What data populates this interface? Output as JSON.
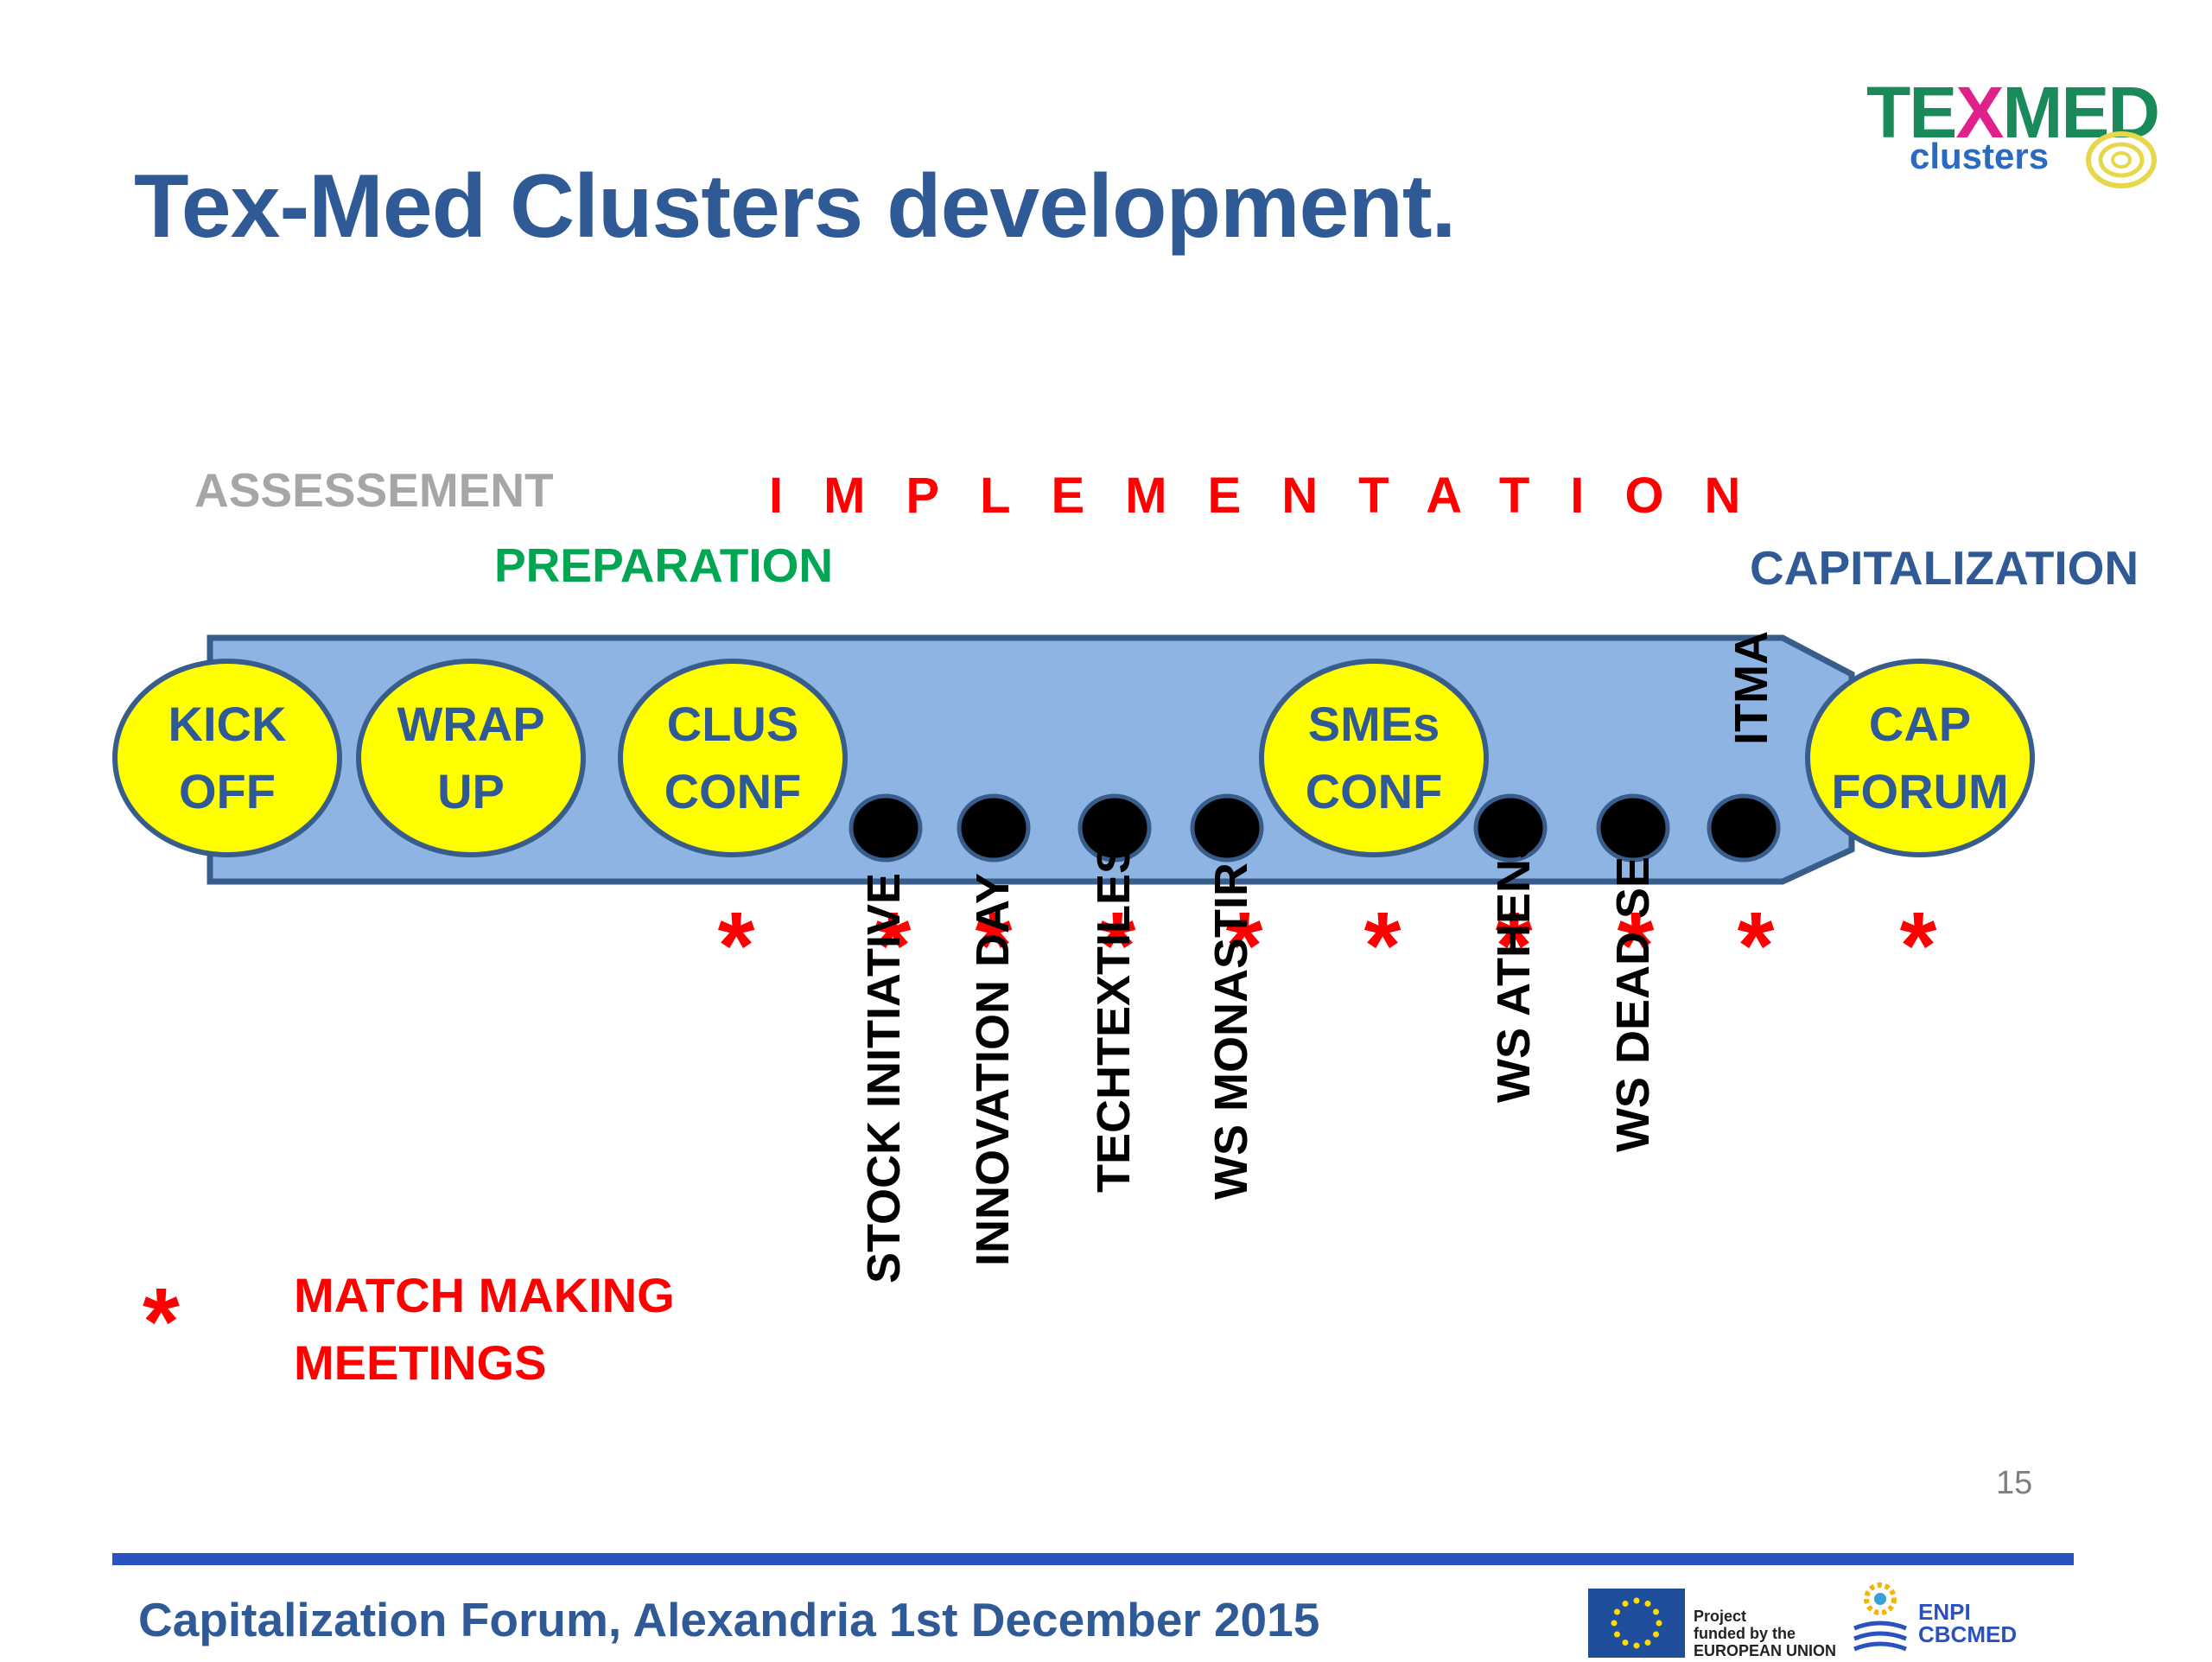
{
  "title": "Tex-Med Clusters development.",
  "logo": {
    "brand_left": "TE",
    "brand_x": "X",
    "brand_right": "MED",
    "sub": "clusters"
  },
  "phases": {
    "assessment": "ASSESSEMENT",
    "implementation": "IMPLEMENTATION",
    "preparation": "PREPARATION",
    "capitalization": "CAPITALIZATION"
  },
  "milestones": [
    {
      "line1": "KICK",
      "line2": "OFF"
    },
    {
      "line1": "WRAP",
      "line2": "UP"
    },
    {
      "line1": "CLUS",
      "line2": "CONF"
    },
    {
      "line1": "SMEs",
      "line2": "CONF"
    },
    {
      "line1": "CAP",
      "line2": "FORUM"
    }
  ],
  "events": [
    "STOCK INITIATIVE",
    "INNOVATION DAY",
    "TECHTEXTILES",
    "WS MONASTIR",
    "WS ATHENS",
    "WS  DEAD SEA",
    "ITMA"
  ],
  "star_symbol": "*",
  "legend": {
    "symbol": "*",
    "line1": "MATCH MAKING",
    "line2": "MEETINGS"
  },
  "page_number": "15",
  "footer": "Capitalization Forum, Alexandria 1st December 2015",
  "eu_text": {
    "line1": "Project",
    "line2": "funded by the",
    "line3": "EUROPEAN UNION"
  },
  "enpi_text": {
    "line1": "ENPI",
    "line2": "CBCMED"
  },
  "colors": {
    "title": "#2f5a96",
    "arrow_fill": "#8eb4e3",
    "arrow_stroke": "#385d8a",
    "milestone_fill": "#ffff00",
    "milestone_text": "#2f5a96",
    "star": "#ff0000",
    "assessment": "#a6a6a6",
    "preparation": "#00a651",
    "implementation": "#ff0000",
    "capitalization": "#2f5a96",
    "rule": "#2a52be"
  }
}
